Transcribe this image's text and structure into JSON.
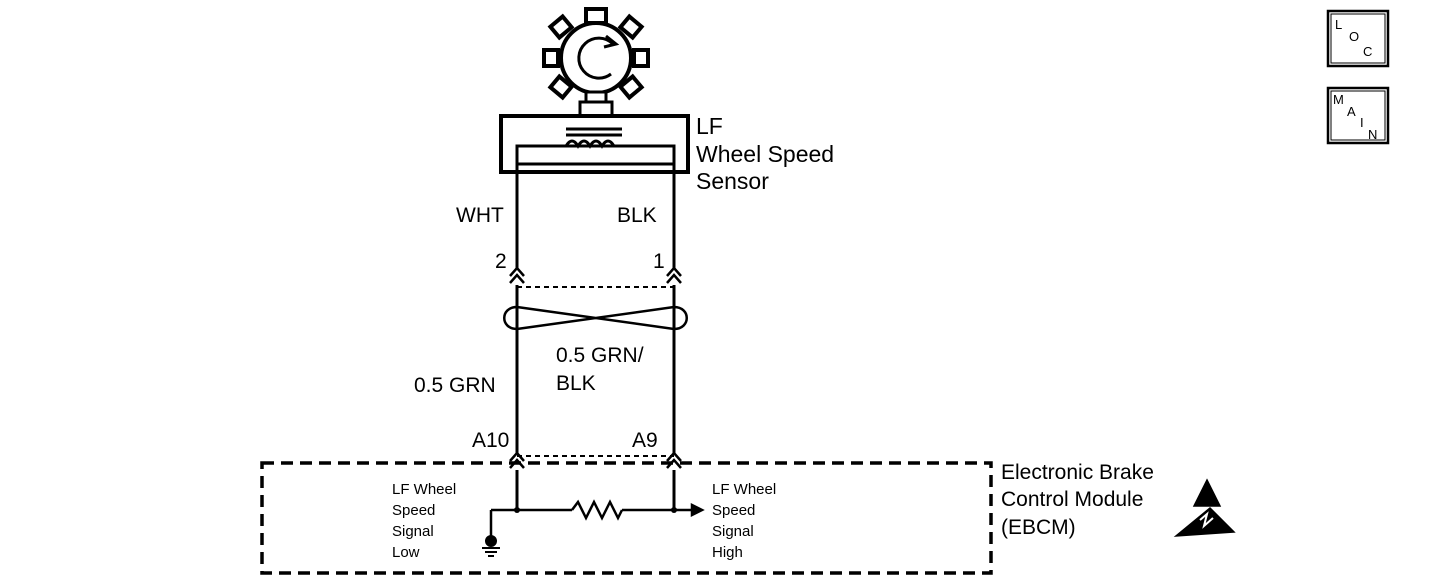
{
  "sensor": {
    "name_lines": [
      "LF",
      "Wheel Speed",
      "Sensor"
    ]
  },
  "wires": {
    "left_color": "WHT",
    "right_color": "BLK",
    "left_pin": "2",
    "right_pin": "1",
    "left_harness": "0.5 GRN",
    "right_harness_lines": [
      "0.5 GRN/",
      "BLK"
    ],
    "left_module_pin": "A10",
    "right_module_pin": "A9"
  },
  "module": {
    "name_lines": [
      "Electronic Brake",
      "Control Module",
      "(EBCM)"
    ],
    "low_signal_lines": [
      "LF Wheel",
      "Speed",
      "Signal",
      "Low"
    ],
    "high_signal_lines": [
      "LF Wheel",
      "Speed",
      "Signal",
      "High"
    ]
  },
  "nav": {
    "loc": {
      "l1": "L",
      "l2": "O",
      "l3": "C"
    },
    "main": {
      "l1": "M",
      "l2": "A",
      "l3": "I",
      "l4": "N"
    }
  },
  "icons": [
    "wheel-speed-sensor-icon",
    "esd-sensitive-icon",
    "ground-icon",
    "resistor-icon"
  ]
}
